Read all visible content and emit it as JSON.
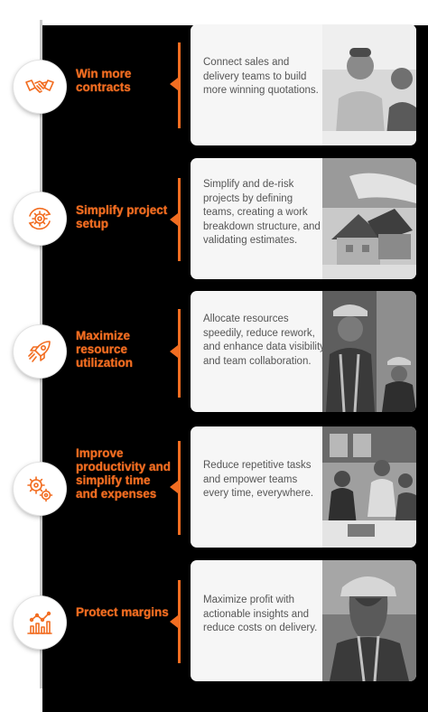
{
  "accent_color": "#f26d21",
  "steps": [
    {
      "title": "Win more contracts",
      "icon": "handshake-icon",
      "description": "Connect sales and delivery teams to build more winning quotations.",
      "photo": "business-people-smiling-photo"
    },
    {
      "title": "Simplify project setup",
      "icon": "gear-cycle-icon",
      "description": "Simplify and de-risk projects by defining teams, creating a work breakdown structure, and validating estimates.",
      "photo": "house-model-photo"
    },
    {
      "title": "Maximize resource utilization",
      "icon": "rocket-icon",
      "description": "Allocate resources speedily, reduce rework, and enhance data visibility and team collaboration.",
      "photo": "construction-workers-photo"
    },
    {
      "title": "Improve productivity and simplify time and expenses",
      "icon": "gears-icon",
      "description": "Reduce repetitive tasks and empower teams every time, everywhere.",
      "photo": "office-team-meeting-photo"
    },
    {
      "title": "Protect margins",
      "icon": "line-chart-icon",
      "description": "Maximize profit with actionable insights and reduce costs on delivery.",
      "photo": "worker-in-hardhat-photo"
    }
  ]
}
